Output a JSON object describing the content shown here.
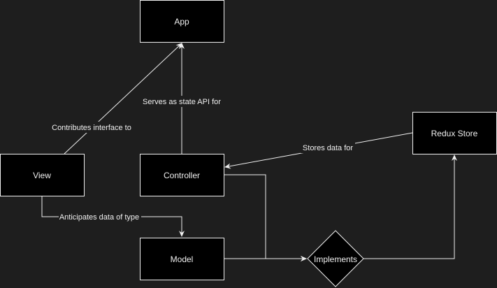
{
  "diagram": {
    "nodes": {
      "app": "App",
      "controller": "Controller",
      "view": "View",
      "model": "Model",
      "redux_store": "Redux Store",
      "implements": "Implements"
    },
    "edges": {
      "view_to_app": "Contributes interface to",
      "controller_to_app": "Serves as state API for",
      "redux_to_controller": "Stores data for",
      "view_to_model": "Anticipates data of type"
    }
  },
  "colors": {
    "background": "#1e1e1e",
    "node_fill": "#000000",
    "stroke": "#f0f0f0",
    "text": "#f0f0f0"
  }
}
